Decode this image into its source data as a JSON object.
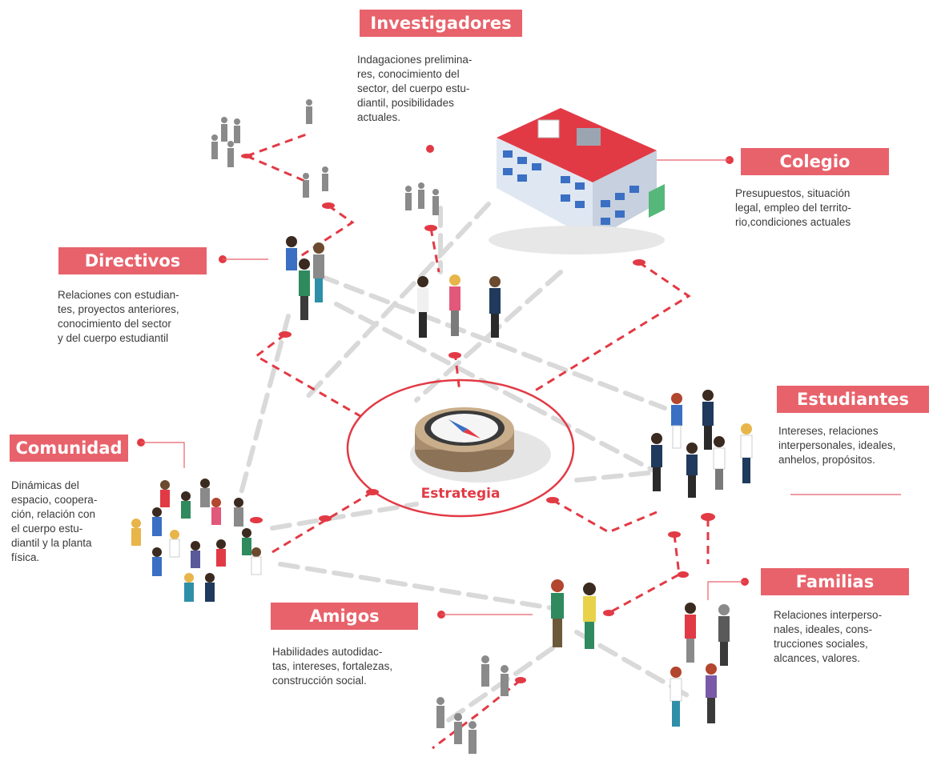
{
  "center": {
    "label": "Estrategia"
  },
  "nodes": [
    {
      "id": "investigadores",
      "title": "Investigadores",
      "lines": [
        "Indagaciones prelimina-",
        "res, conocimiento del",
        "sector, del cuerpo estu-",
        "diantil, posibilidades",
        "actuales."
      ]
    },
    {
      "id": "colegio",
      "title": "Colegio",
      "lines": [
        "Presupuestos, situación",
        "legal, empleo del territo-",
        "rio,condiciones actuales"
      ]
    },
    {
      "id": "directivos",
      "title": "Directivos",
      "lines": [
        "Relaciones con estudian-",
        "tes, proyectos anteriores,",
        "conocimiento del sector",
        "y del cuerpo estudiantil"
      ]
    },
    {
      "id": "estudiantes",
      "title": "Estudiantes",
      "lines": [
        "Intereses, relaciones",
        "interpersonales, ideales,",
        "anhelos, propósitos."
      ]
    },
    {
      "id": "comunidad",
      "title": "Comunidad",
      "lines": [
        "Dinámicas del",
        "espacio, coopera-",
        "ción, relación con",
        "el cuerpo estu-",
        "diantil y la planta",
        "física."
      ]
    },
    {
      "id": "familias",
      "title": "Familias",
      "lines": [
        "Relaciones interperso-",
        "nales, ideales, cons-",
        "trucciones sociales,",
        "alcances, valores."
      ]
    },
    {
      "id": "amigos",
      "title": "Amigos",
      "lines": [
        "Habilidades autodidac-",
        "tas, intereses, fortalezas,",
        "construcción social."
      ]
    }
  ],
  "colors": {
    "accent": "#e8626b",
    "line_red": "#e23a45",
    "line_gray": "#d9d9d9"
  },
  "icons": [
    "compass-icon",
    "school-building-icon",
    "people-group-icon"
  ]
}
